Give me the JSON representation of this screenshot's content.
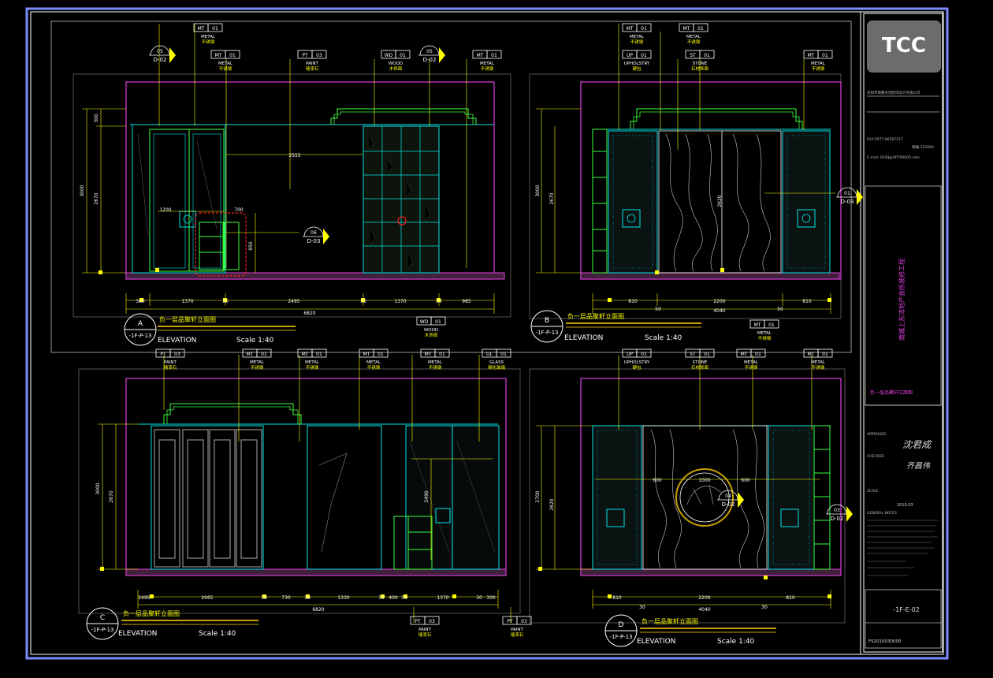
{
  "titleblock": {
    "logo": "TCC",
    "company_line": "深圳市南鹏天地装饰设计有限公司",
    "fax_line": "FAX:0577-86567217",
    "zip_label": "邮编:325000",
    "email_line": "E-mail: DHSJ@HP700000.com",
    "project_title": "南城上东湾地产会所装修工程",
    "drawing_title": "负一层品聚轩立面图",
    "approved_label": "APPROVED",
    "checked_label": "CHECKED",
    "scale_label": "SCALE",
    "date_value": "2010.03",
    "notes_label": "GENERAL NOTES",
    "drawing_no": "-1F-E-02",
    "project_no": "FS2010030000"
  },
  "views": [
    {
      "id": "A",
      "ref": "-1F-P-13",
      "title": "负一层品聚轩立面图",
      "elevation_label": "ELEVATION",
      "scale": "Scale 1:40",
      "tags": [
        {
          "code": "MT",
          "num": "01",
          "en": "METAL",
          "cn": "不锈钢"
        },
        {
          "code": "MT",
          "num": "01",
          "en": "METAL",
          "cn": "不锈钢"
        },
        {
          "code": "PT",
          "num": "03",
          "en": "PAINT",
          "cn": "墙漆石"
        },
        {
          "code": "WD",
          "num": "01",
          "en": "WOOD",
          "cn": "木饰面"
        },
        {
          "code": "MT",
          "num": "01",
          "en": "METAL",
          "cn": "不锈钢"
        }
      ],
      "bottom_tag": {
        "code": "WD",
        "num": "01",
        "en": "WOOD",
        "cn": "木饰面"
      },
      "callouts": [
        {
          "num": "05",
          "sheet": "D-02"
        },
        {
          "num": "05",
          "sheet": "D-02"
        },
        {
          "num": "06",
          "sheet": "D-03"
        }
      ],
      "dims_bottom": [
        "380",
        "1370",
        "30",
        "2495",
        "30",
        "1370",
        "30",
        "985"
      ],
      "total_width": "6820",
      "height_total": "3000",
      "height_inner": "2670",
      "height_top": "300",
      "dim_2555": "2555",
      "dim_950": "950",
      "dim_700": "700",
      "dim_1200": "1200"
    },
    {
      "id": "B",
      "ref": "-1F-P-13",
      "title": "负一层品聚轩立面图",
      "elevation_label": "ELEVATION",
      "scale": "Scale 1:40",
      "tags": [
        {
          "code": "MT",
          "num": "01",
          "en": "METAL",
          "cn": "不锈钢"
        },
        {
          "code": "MT",
          "num": "01",
          "en": "METAL",
          "cn": "不锈钢"
        },
        {
          "code": "UP",
          "num": "01",
          "en": "UPHOLSTRY",
          "cn": "硬包"
        },
        {
          "code": "ST",
          "num": "01",
          "en": "STONE",
          "cn": "石材饰面"
        },
        {
          "code": "MT",
          "num": "01",
          "en": "METAL",
          "cn": "不锈钢"
        }
      ],
      "bottom_tag": {
        "code": "MT",
        "num": "01",
        "en": "METAL",
        "cn": "不锈钢"
      },
      "callouts": [
        {
          "num": "01",
          "sheet": "D-03"
        }
      ],
      "dims_bottom": [
        "810",
        "2200",
        "810"
      ],
      "dims_sub": [
        "50",
        "4040",
        "50"
      ],
      "height_total": "3000",
      "height_inner": "2670",
      "height_center": "2620"
    },
    {
      "id": "C",
      "ref": "-1F-P-13",
      "title": "负一层品聚轩立面图",
      "elevation_label": "ELEVATION",
      "scale": "Scale 1:40",
      "tags": [
        {
          "code": "PT",
          "num": "03",
          "en": "PAINT",
          "cn": "墙漆石"
        },
        {
          "code": "MT",
          "num": "01",
          "en": "METAL",
          "cn": "不锈钢"
        },
        {
          "code": "MT",
          "num": "01",
          "en": "METAL",
          "cn": "不锈钢"
        },
        {
          "code": "MT",
          "num": "01",
          "en": "METAL",
          "cn": "不锈钢"
        },
        {
          "code": "MT",
          "num": "01",
          "en": "METAL",
          "cn": "不锈钢"
        },
        {
          "code": "GL",
          "num": "01",
          "en": "GLASS",
          "cn": "钢化玻璃"
        }
      ],
      "bottom_tags": [
        {
          "code": "PT",
          "num": "03",
          "en": "PAINT",
          "cn": "墙漆石"
        },
        {
          "code": "PT",
          "num": "03",
          "en": "PAINT",
          "cn": "墙漆石"
        }
      ],
      "dims_bottom": [
        "2495",
        "2065",
        "30",
        "730",
        "30",
        "1330",
        "30",
        "400",
        "30",
        "1370",
        "30",
        "300"
      ],
      "total_width": "6820",
      "height_total": "3000",
      "height_inner": "2670",
      "dim_2490": "2490"
    },
    {
      "id": "D",
      "ref": "-1F-P-13",
      "title": "负一层品聚轩立面图",
      "elevation_label": "ELEVATION",
      "scale": "Scale 1:40",
      "tags": [
        {
          "code": "UP",
          "num": "01",
          "en": "UPHOLSTRY",
          "cn": "硬包"
        },
        {
          "code": "ST",
          "num": "01",
          "en": "STONE",
          "cn": "石材饰面"
        },
        {
          "code": "MT",
          "num": "01",
          "en": "METAL",
          "cn": "不锈钢"
        },
        {
          "code": "MT",
          "num": "01",
          "en": "METAL",
          "cn": "不锈钢"
        }
      ],
      "callouts": [
        {
          "num": "04",
          "sheet": "D-02"
        },
        {
          "num": "03",
          "sheet": "D-02"
        }
      ],
      "dims_bottom": [
        "810",
        "2200",
        "810"
      ],
      "dims_sub": [
        "30",
        "4040",
        "30"
      ],
      "height_total": "2700",
      "height_inner": "2620",
      "dim_center": "1000",
      "dims_mid": [
        "600",
        "1000",
        "600"
      ]
    }
  ],
  "colors": {
    "background": "#000000",
    "frame_blue": "#7d8cff",
    "cyan": "#00e5e5",
    "green": "#3cff3c",
    "magenta": "#e040e0",
    "yellow": "#ffff00",
    "white": "#ffffff",
    "red": "#ff2020",
    "gold": "#c8a000"
  }
}
